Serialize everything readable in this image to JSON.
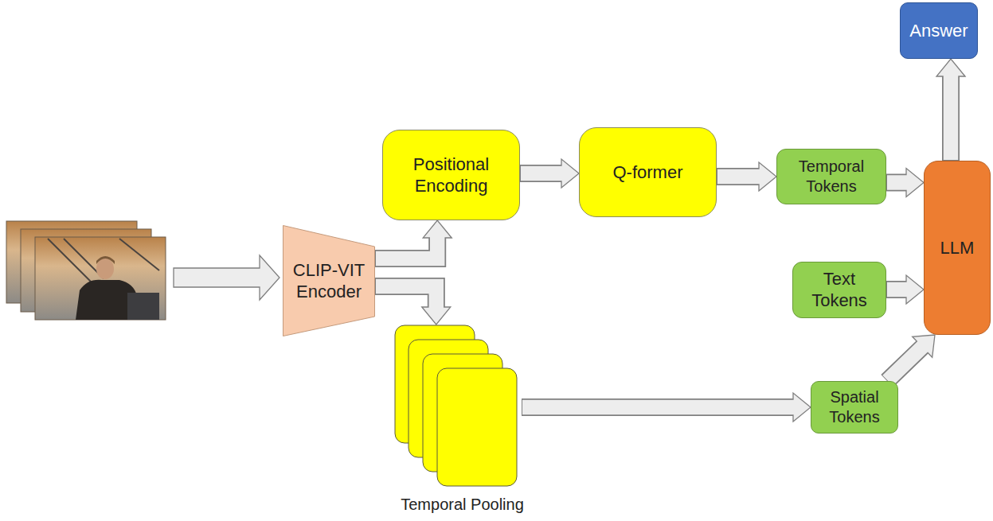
{
  "diagram": {
    "nodes": [
      {
        "text": [
          "CLIP-VIT Encoder"
        ]
      },
      {
        "text": [
          "Positional Encoding"
        ]
      },
      {
        "text": [
          "Q-former"
        ]
      },
      {
        "text": [
          "Temporal Tokens"
        ]
      },
      {
        "text": [
          "Text Tokens"
        ]
      },
      {
        "text": [
          "Temporal Pooling"
        ]
      },
      {
        "text": [
          "Spatial Tokens"
        ]
      },
      {
        "text": [
          "LLM"
        ]
      },
      {
        "text": [
          "Answer"
        ]
      }
    ],
    "edges": [
      {
        "from": 0,
        "to": 1,
        "arrow": "to"
      },
      {
        "from": 1,
        "to": 2,
        "arrow": "to"
      },
      {
        "from": 2,
        "to": 3,
        "arrow": "to"
      },
      {
        "from": 3,
        "to": 7,
        "arrow": "to"
      },
      {
        "from": 4,
        "to": 7,
        "arrow": "to"
      },
      {
        "from": 0,
        "to": 5,
        "arrow": "to"
      },
      {
        "from": 5,
        "to": 6,
        "arrow": "to"
      },
      {
        "from": 6,
        "to": 7,
        "arrow": "to"
      },
      {
        "from": 7,
        "to": 8,
        "arrow": "to"
      }
    ]
  }
}
